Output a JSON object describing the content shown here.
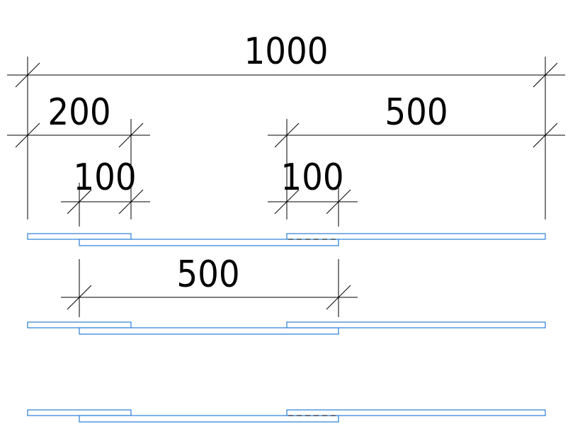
{
  "dimensions": {
    "total": "1000",
    "left_span": "200",
    "right_span": "500",
    "left_overlap": "100",
    "right_overlap": "100",
    "middle_span": "500"
  },
  "colors": {
    "dimension": "#000000",
    "board": "#2a7fd4",
    "overlap_dash": "#333333"
  }
}
